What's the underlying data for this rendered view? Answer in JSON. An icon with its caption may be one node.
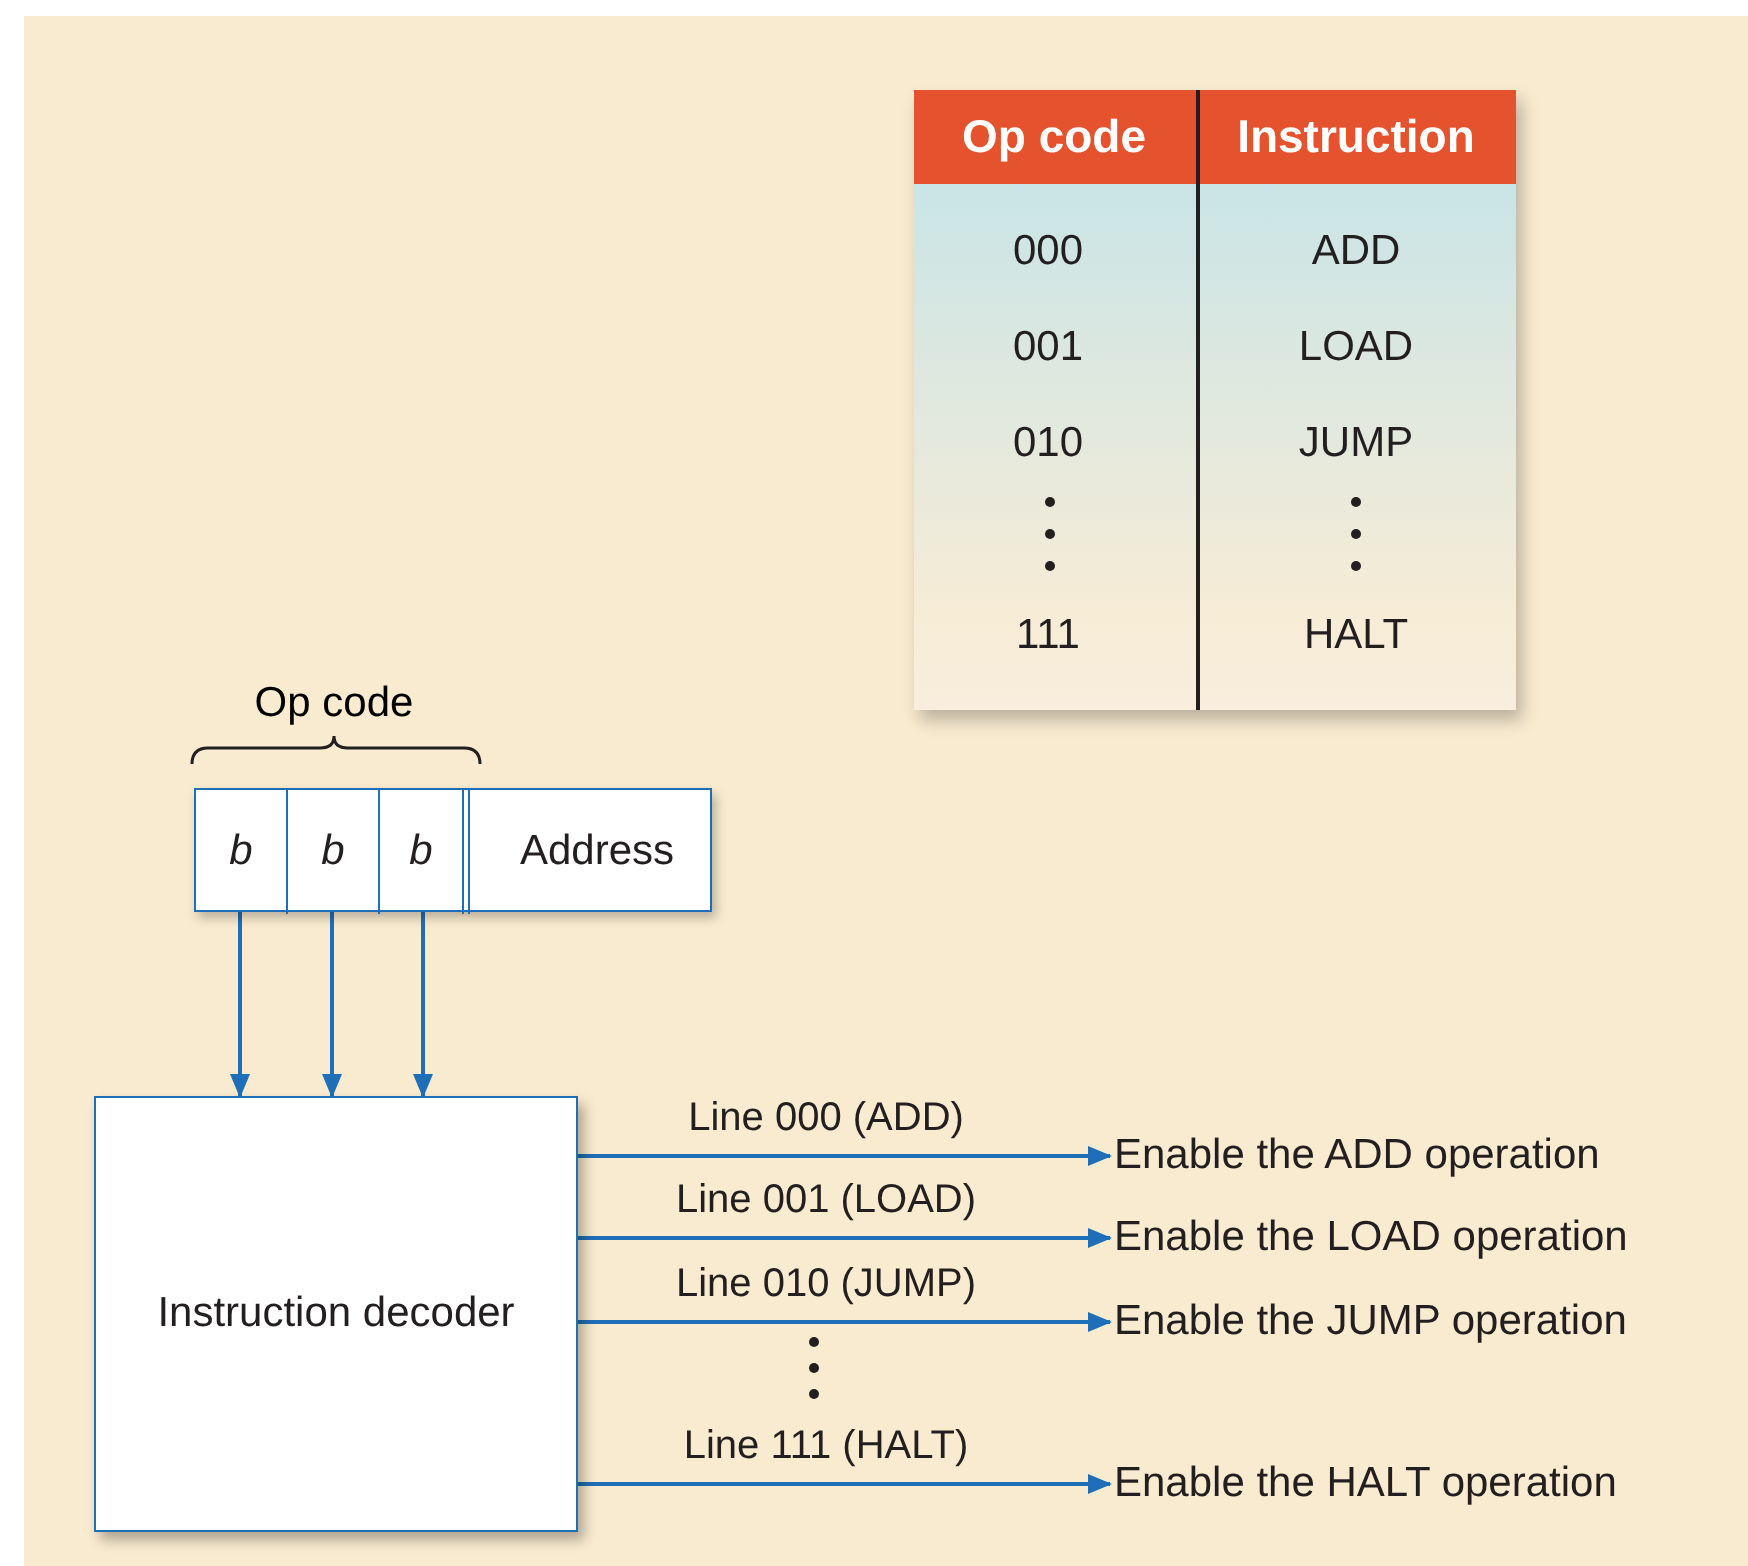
{
  "diagram": {
    "nodes": [
      {
        "text": [],
        "shape": "box"
      },
      {
        "text": [
          "b"
        ],
        "in": 0
      },
      {
        "text": [
          "b"
        ],
        "in": 0
      },
      {
        "text": [
          "b"
        ],
        "in": 0
      },
      {
        "text": [
          "Address"
        ],
        "in": 0
      },
      {
        "text": [
          "Instruction decoder"
        ]
      },
      {
        "text": [
          "Enable the ADD operation"
        ]
      },
      {
        "text": [
          "Enable the LOAD operation"
        ]
      },
      {
        "text": [
          "Enable the JUMP operation"
        ]
      },
      {
        "text": [
          "Enable the HALT operation"
        ]
      }
    ],
    "edges": [
      {
        "from": 1,
        "to": 5,
        "arrow": "to"
      },
      {
        "from": 2,
        "to": 5,
        "arrow": "to"
      },
      {
        "from": 3,
        "to": 5,
        "arrow": "to"
      },
      {
        "from": 5,
        "to": 6,
        "arrow": "to",
        "label": "Line 000 (ADD)"
      },
      {
        "from": 5,
        "to": 7,
        "arrow": "to",
        "label": "Line 001 (LOAD)"
      },
      {
        "from": 5,
        "to": 8,
        "arrow": "to",
        "label": "Line 010 (JUMP)"
      },
      {
        "from": 5,
        "to": 9,
        "arrow": "to",
        "label": "Line 111 (HALT)"
      }
    ],
    "labels": [
      "Op code",
      "Instruction",
      "000",
      "ADD",
      "001",
      "LOAD",
      "010",
      "JUMP",
      "111",
      "HALT",
      "Op code"
    ]
  }
}
